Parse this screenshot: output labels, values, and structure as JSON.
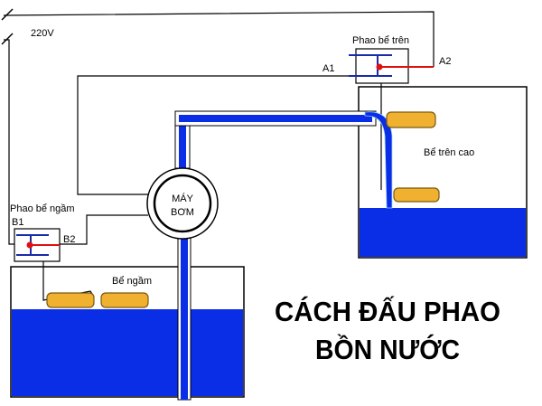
{
  "labels": {
    "voltage": "220V",
    "top_float": "Phao bể trên",
    "a1": "A1",
    "a2": "A2",
    "top_tank": "Bể trên cao",
    "pump_line1": "MÁY",
    "pump_line2": "BƠM",
    "bottom_float": "Phao bể ngầm",
    "b1": "B1",
    "b2": "B2",
    "bottom_tank": "Bể ngầm"
  },
  "title": {
    "line1": "CÁCH ĐẤU PHAO",
    "line2": "BỒN NƯỚC"
  },
  "colors": {
    "water": "#0a2ee6",
    "float_body": "#f0b030",
    "float_stroke": "#7a5a10",
    "switch_contact": "#e01010",
    "wire": "#000000"
  }
}
